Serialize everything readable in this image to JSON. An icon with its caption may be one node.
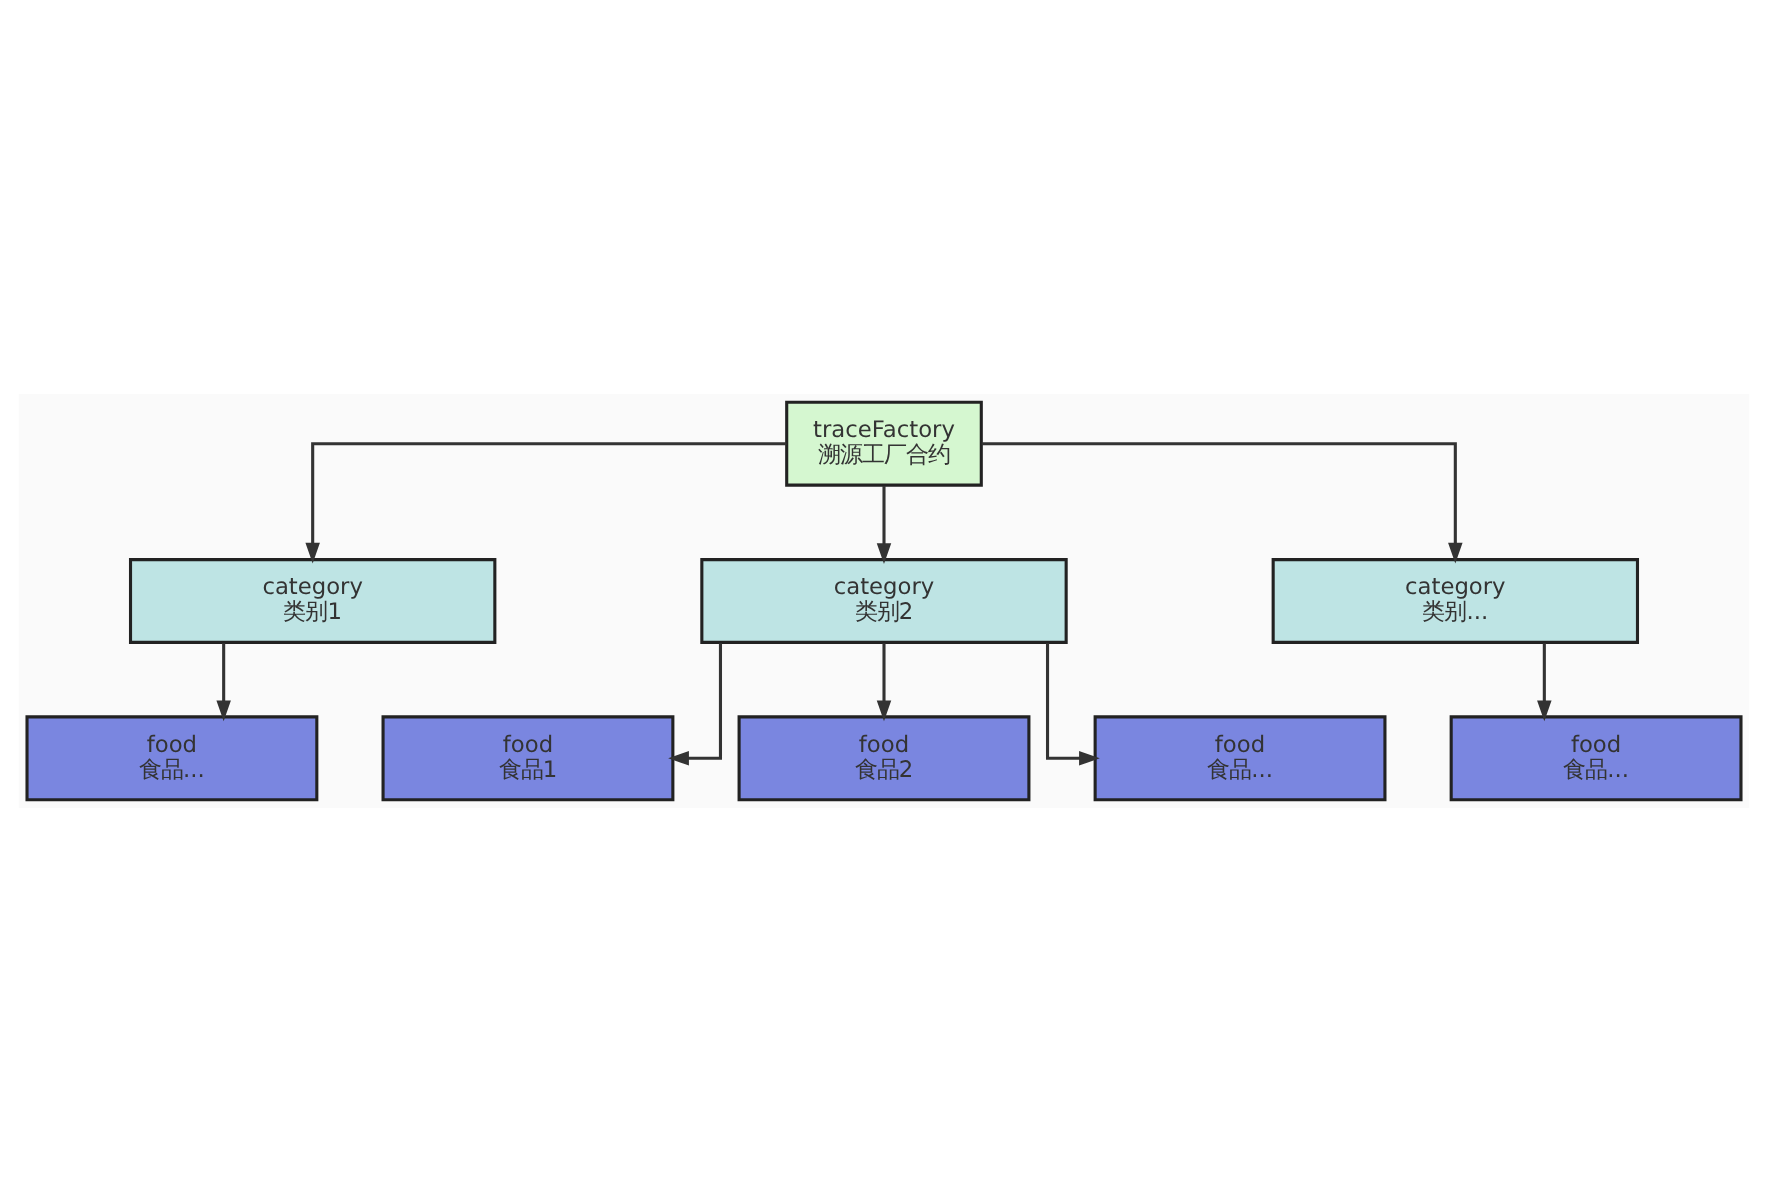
{
  "diagram": {
    "nodes": [
      {
        "text": [
          "traceFactory",
          "溯源工厂合约"
        ]
      },
      {
        "text": [
          "category",
          "类别1"
        ]
      },
      {
        "text": [
          "category",
          "类别2"
        ]
      },
      {
        "text": [
          "category",
          "类别..."
        ]
      },
      {
        "text": [
          "food",
          "食品..."
        ]
      },
      {
        "text": [
          "food",
          "食品1"
        ]
      },
      {
        "text": [
          "food",
          "食品2"
        ]
      },
      {
        "text": [
          "food",
          "食品..."
        ]
      },
      {
        "text": [
          "food",
          "食品..."
        ]
      }
    ],
    "edges": [
      {
        "from": 0,
        "to": 1,
        "arrow": "to"
      },
      {
        "from": 0,
        "to": 2,
        "arrow": "to"
      },
      {
        "from": 0,
        "to": 3,
        "arrow": "to"
      },
      {
        "from": 1,
        "to": 4,
        "arrow": "to"
      },
      {
        "from": 2,
        "to": 5,
        "arrow": "to"
      },
      {
        "from": 2,
        "to": 6,
        "arrow": "to"
      },
      {
        "from": 2,
        "to": 7,
        "arrow": "to"
      },
      {
        "from": 3,
        "to": 8,
        "arrow": "to"
      }
    ]
  }
}
